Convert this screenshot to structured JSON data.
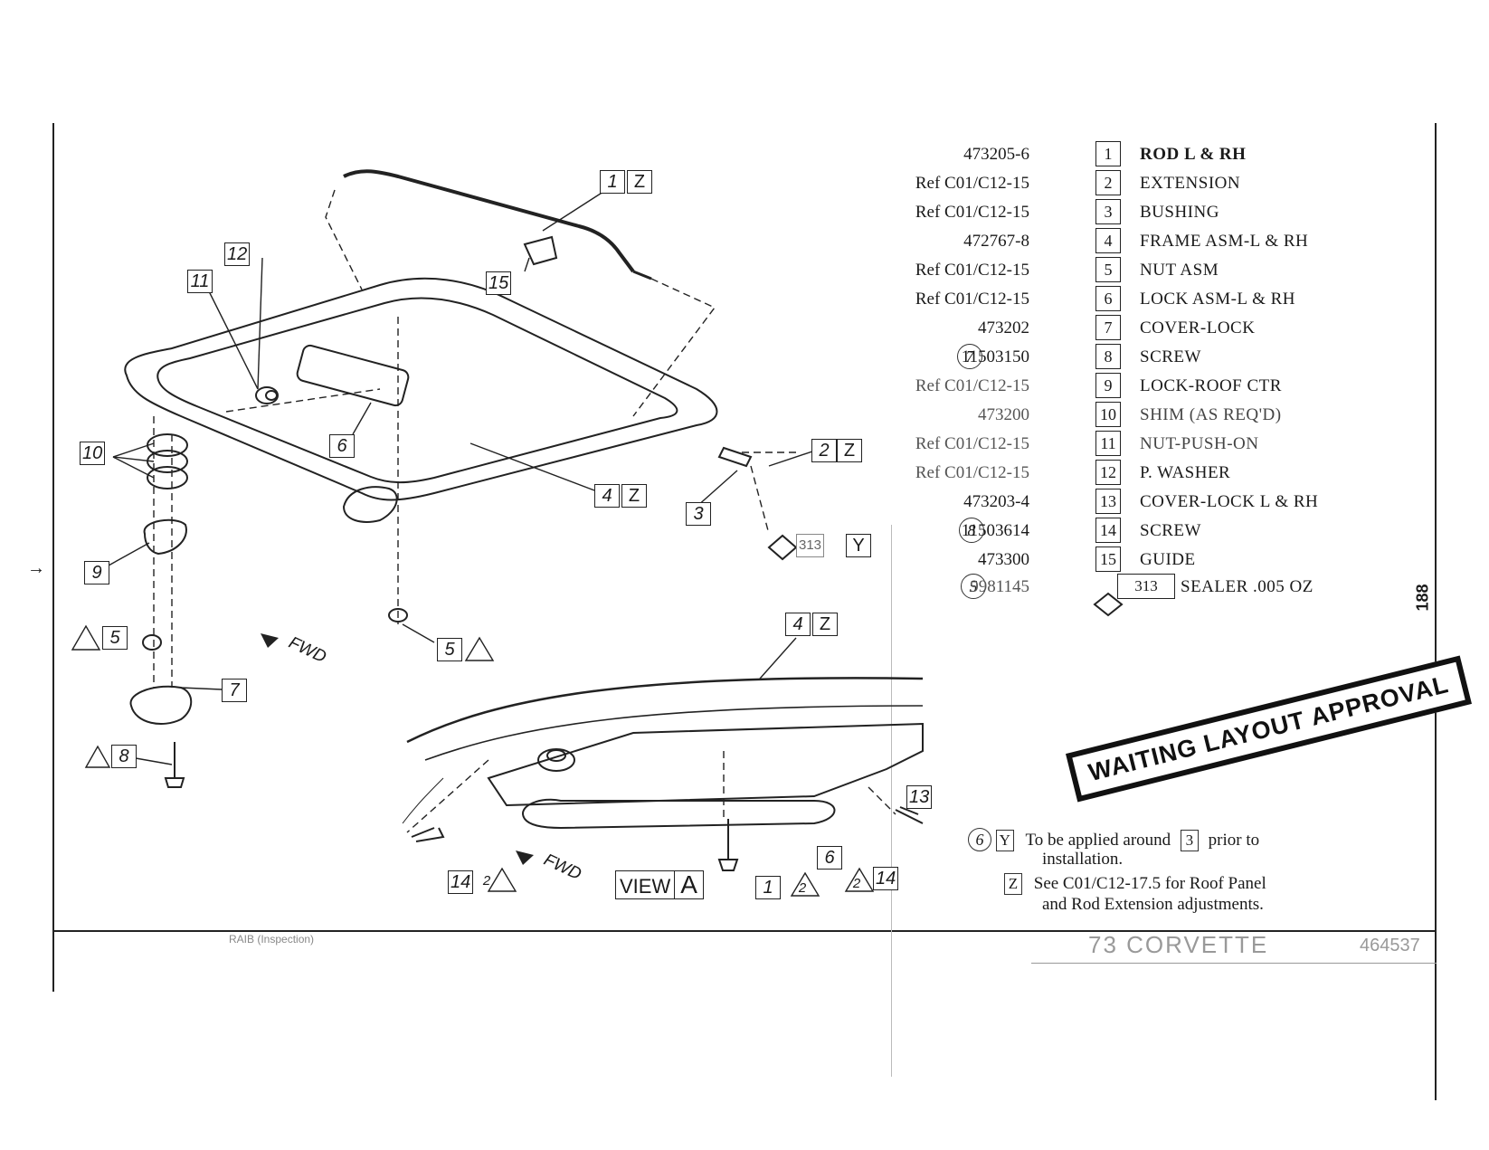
{
  "page_number": "188",
  "stamp": "WAITING LAYOUT APPROVAL",
  "parts": [
    {
      "part_no": "473205-6",
      "index": "1",
      "desc": "ROD L & RH",
      "note": ""
    },
    {
      "part_no": "Ref C01/C12-15",
      "index": "2",
      "desc": "EXTENSION",
      "note": ""
    },
    {
      "part_no": "Ref C01/C12-15",
      "index": "3",
      "desc": "BUSHING",
      "note": ""
    },
    {
      "part_no": "472767-8",
      "index": "4",
      "desc": "FRAME ASM-L & RH",
      "note": ""
    },
    {
      "part_no": "Ref C01/C12-15",
      "index": "5",
      "desc": "NUT ASM",
      "note": ""
    },
    {
      "part_no": "Ref C01/C12-15",
      "index": "6",
      "desc": "LOCK ASM-L & RH",
      "note": ""
    },
    {
      "part_no": "473202",
      "index": "7",
      "desc": "COVER-LOCK",
      "note": ""
    },
    {
      "part_no": "11503150",
      "index": "8",
      "desc": "SCREW",
      "note": "7"
    },
    {
      "part_no": "Ref C01/C12-15",
      "index": "9",
      "desc": "LOCK-ROOF CTR",
      "note": ""
    },
    {
      "part_no": "473200",
      "index": "10",
      "desc": "SHIM (AS REQ'D)",
      "note": ""
    },
    {
      "part_no": "Ref C01/C12-15",
      "index": "11",
      "desc": "NUT-PUSH-ON",
      "note": ""
    },
    {
      "part_no": "Ref C01/C12-15",
      "index": "12",
      "desc": "P. WASHER",
      "note": ""
    },
    {
      "part_no": "473203-4",
      "index": "13",
      "desc": "COVER-LOCK L & RH",
      "note": ""
    },
    {
      "part_no": "11503614",
      "index": "14",
      "desc": "SCREW",
      "note": "8"
    },
    {
      "part_no": "473300",
      "index": "15",
      "desc": "GUIDE",
      "note": ""
    },
    {
      "part_no": "9981145",
      "index": "313",
      "desc": "SEALER .005 OZ",
      "note": "5"
    }
  ],
  "notes": {
    "y_circle": "6",
    "y_box": "Y",
    "y_line1_a": "To be applied around",
    "y_ref": "3",
    "y_line1_b": "prior to",
    "y_line2": "installation.",
    "z_box": "Z",
    "z_line1": "See C01/C12-17.5 for Roof Panel",
    "z_line2": "and Rod Extension adjustments."
  },
  "diagram": {
    "fwd_label": "FWD",
    "view_label": "VIEW",
    "view_letter": "A",
    "sealer_ref": "313",
    "callouts_top": [
      "1",
      "Z",
      "12",
      "11",
      "15",
      "10",
      "6",
      "2",
      "Z",
      "4",
      "Z",
      "3",
      "313",
      "Y",
      "9",
      "5",
      "5",
      "7",
      "8"
    ],
    "callouts_view": [
      "4",
      "Z",
      "13",
      "6",
      "14",
      "2",
      "1",
      "2",
      "2",
      "14"
    ]
  },
  "title_block": {
    "model": "73 CORVETTE",
    "doc_no": "464537",
    "inspection": "RAIB (Inspection)"
  }
}
